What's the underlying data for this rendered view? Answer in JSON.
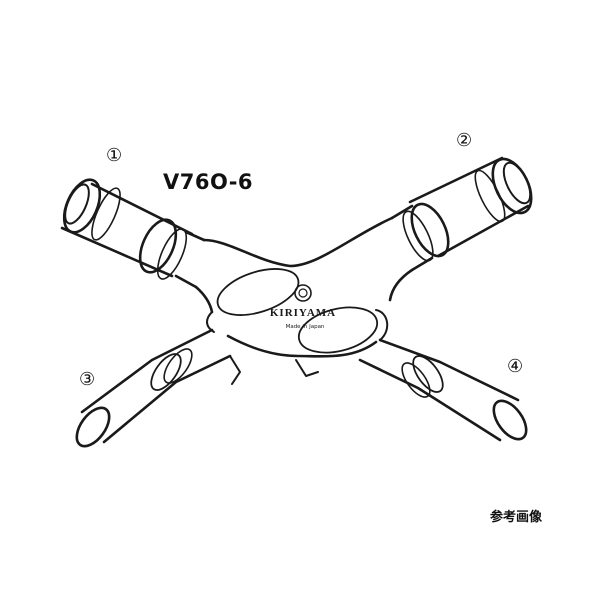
{
  "model_code": "V76O-6",
  "ports": [
    "①",
    "②",
    "③",
    "④"
  ],
  "logo": {
    "brand": "KIRIYAMA",
    "subtext": "Made in Japan"
  },
  "caption": "参考画像",
  "colors": {
    "line": "#1a1a1a",
    "background": "#ffffff"
  }
}
